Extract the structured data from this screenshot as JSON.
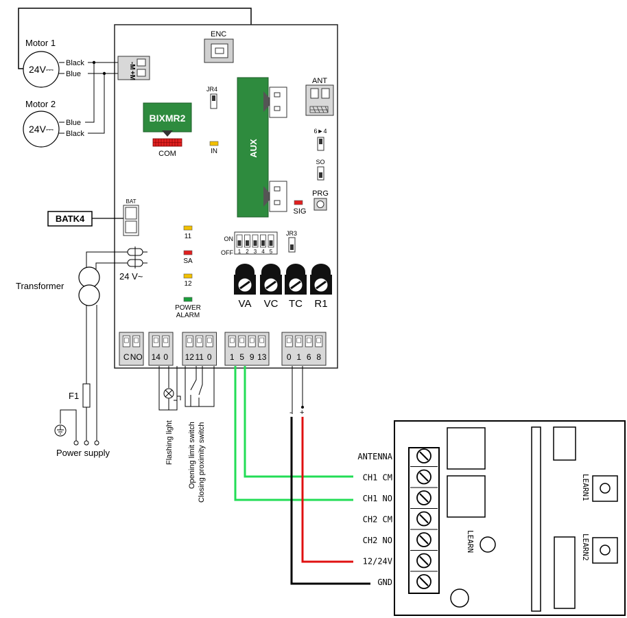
{
  "colors": {
    "board_stroke": "#222222",
    "green_module": "#2e8b3e",
    "green_wire": "#22dd55",
    "red_wire": "#e01010",
    "black_wire": "#000000",
    "led_yellow": "#f2c000",
    "led_red": "#e02020",
    "led_green": "#1a9e3a",
    "com_red": "#e02020"
  },
  "motors": {
    "motor1": {
      "title": "Motor 1",
      "voltage": "24V⎓",
      "wire1": "Black",
      "wire2": "Blue"
    },
    "motor2": {
      "title": "Motor 2",
      "voltage": "24V⎓",
      "wire1": "Blue",
      "wire2": "Black"
    }
  },
  "board": {
    "motor_terminal": {
      "m_minus": "-M",
      "m_plus": "+M"
    },
    "enc": "ENC",
    "jr4": "JR4",
    "jr3": "JR3",
    "bixmr2": "BIXMR2",
    "com": "COM",
    "in": "IN",
    "aux": "AUX",
    "ant": "ANT",
    "six_four": "6►4",
    "so": "SO",
    "prg": "PRG",
    "sig": "SIG",
    "bat": "BAT",
    "led_11": "11",
    "led_sa": "SA",
    "led_12": "12",
    "power_alarm_1": "POWER",
    "power_alarm_2": "ALARM",
    "dip_on": "ON",
    "dip_off": "OFF",
    "dip_numbers": [
      "1",
      "2",
      "3",
      "4",
      "5"
    ],
    "trimmers": [
      "VA",
      "VC",
      "TC",
      "R1"
    ],
    "terminal_groups": [
      [
        "C",
        "NO"
      ],
      [
        "14",
        "0"
      ],
      [
        "12",
        "11",
        "0"
      ],
      [
        "1",
        "5",
        "9",
        "13"
      ],
      [
        "0",
        "1",
        "6",
        "8"
      ]
    ]
  },
  "external": {
    "batk4": "BATK4",
    "transformer": "Transformer",
    "transformer_voltage": "24 V~",
    "fuse": "F1",
    "power_supply": "Power supply",
    "flashing_light": "Flashing light",
    "opening_limit": "Opening limit switch",
    "closing_proximity": "Closing proximity switch",
    "minus": "-",
    "plus": "+"
  },
  "receiver": {
    "terminals": [
      "ANTENNA",
      "CH1 CM",
      "CH1 NO",
      "CH2 CM",
      "CH2 NO",
      "12/24V",
      "GND"
    ],
    "learn": "LEARN",
    "learn1": "LEARN1",
    "learn2": "LEARN2"
  }
}
